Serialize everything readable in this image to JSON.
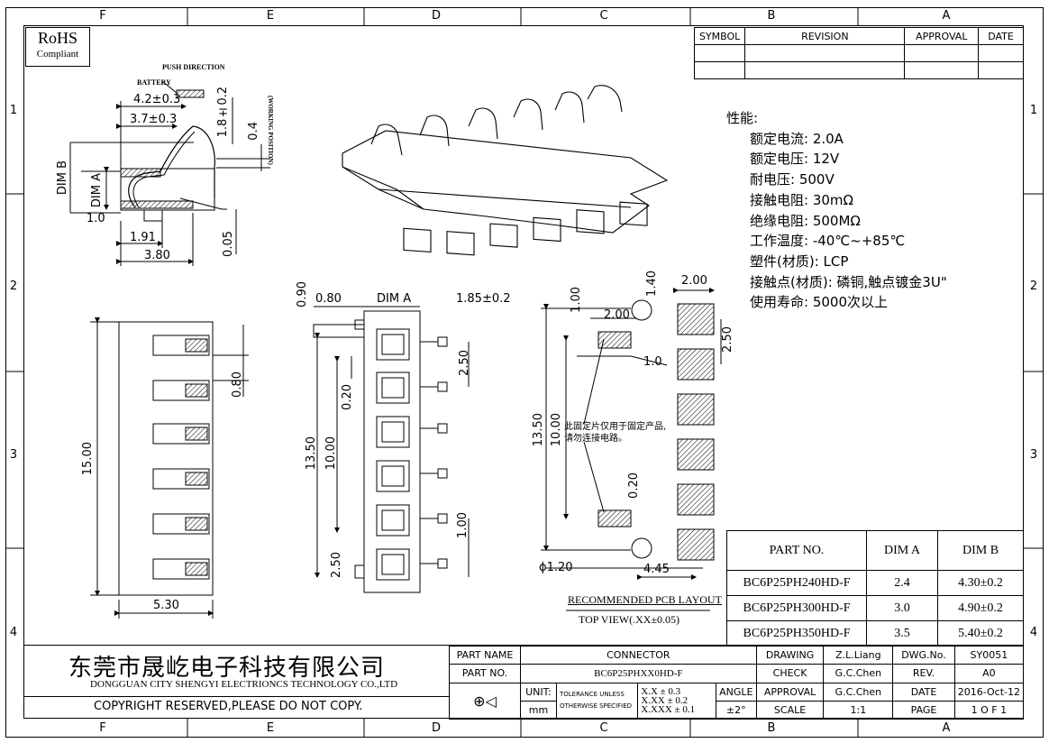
{
  "zones": {
    "columns": [
      "F",
      "E",
      "D",
      "C",
      "B",
      "A"
    ],
    "rows": [
      "1",
      "2",
      "3",
      "4"
    ]
  },
  "rohs": {
    "line1": "RoHS",
    "line2": "Compliant"
  },
  "revision_table": {
    "headers": [
      "SYMBOL",
      "REVISION",
      "APPROVAL",
      "DATE"
    ]
  },
  "specs": {
    "title": "性能:",
    "items": [
      "额定电流: 2.0A",
      "额定电压: 12V",
      "耐电压: 500V",
      "接触电阻: 30mΩ",
      "绝缘电阻: 500MΩ",
      "工作温度: -40℃~+85℃",
      "塑件(材质): LCP",
      "接触点(材质): 磷铜,触点镀金3U\"",
      "使用寿命: 5000次以上"
    ]
  },
  "side_view": {
    "push_direction": "PUSH DIRECTION",
    "battery": "BATTERY",
    "working_position": "(WORKING POSITION)",
    "dims": {
      "d42": "4.2±0.3",
      "d37": "3.7±0.3",
      "d18": "1.8±0.2",
      "d04": "0.4",
      "dimB": "DIM B",
      "dimA": "DIM A",
      "d10": "1.0",
      "d191": "1.91",
      "d380": "3.80",
      "d005": "0.05"
    }
  },
  "front_view": {
    "d1500": "15.00",
    "d080": "0.80",
    "d530": "5.30"
  },
  "top_view": {
    "d090": "0.90",
    "d080": "0.80",
    "dimA": "DIM A",
    "d185": "1.85±0.2",
    "d250": "2.50",
    "d020": "0.20",
    "d1350": "13.50",
    "d1000": "10.00",
    "d100": "1.00",
    "d250b": "2.50"
  },
  "pcb": {
    "d100": "1.00",
    "d200": "2.00",
    "d140": "1.40",
    "d200b": "2.00",
    "d250": "2.50",
    "d10": "1.0",
    "d1350": "13.50",
    "d1000": "10.00",
    "d020": "0.20",
    "d120": "ϕ1.20",
    "d445": "4.45",
    "note_line1": "此固定片仅用于固定产品,",
    "note_line2": "请勿连接电路。",
    "layout_title": "RECOMMENDED PCB LAYOUT",
    "top_view": "TOP VIEW(.XX±0.05)"
  },
  "part_table": {
    "headers": [
      "PART NO.",
      "DIM A",
      "DIM B"
    ],
    "rows": [
      [
        "BC6P25PH240HD-F",
        "2.4",
        "4.30±0.2"
      ],
      [
        "BC6P25PH300HD-F",
        "3.0",
        "4.90±0.2"
      ],
      [
        "BC6P25PH350HD-F",
        "3.5",
        "5.40±0.2"
      ]
    ]
  },
  "title_block": {
    "company_cn": "东莞市晟屹电子科技有限公司",
    "company_en": "DONGGUAN CITY SHENGYI ELECTRIONCS TECHNOLOGY CO.,LTD",
    "copyright": "COPYRIGHT RESERVED,PLEASE DO NOT COPY.",
    "part_name_label": "PART NAME",
    "part_name": "CONNECTOR",
    "part_no_label": "PART NO.",
    "part_no": "BC6P25PHXX0HD-F",
    "unit_label": "UNIT:",
    "unit": "mm",
    "tol1": "TOLERANCE UNLESS",
    "tol2": "OTHERWISE SPECIFIED",
    "x1": "X.X ± 0.3",
    "x2": "X.XX ± 0.2",
    "x3": "X.XXX ± 0.1",
    "angle_label": "ANGLE",
    "angle": "±2°",
    "drawing_label": "DRAWING",
    "drawing": "Z.L.Liang",
    "check_label": "CHECK",
    "check": "G.C.Chen",
    "approval_label": "APPROVAL",
    "approval": "G.C.Chen",
    "scale_label": "SCALE",
    "scale": "1:1",
    "dwg_label": "DWG.No.",
    "dwg": "SY0051",
    "rev_label": "REV.",
    "rev": "A0",
    "date_label": "DATE",
    "date": "2016-Oct-12",
    "page_label": "PAGE",
    "page": "1 O F 1"
  }
}
